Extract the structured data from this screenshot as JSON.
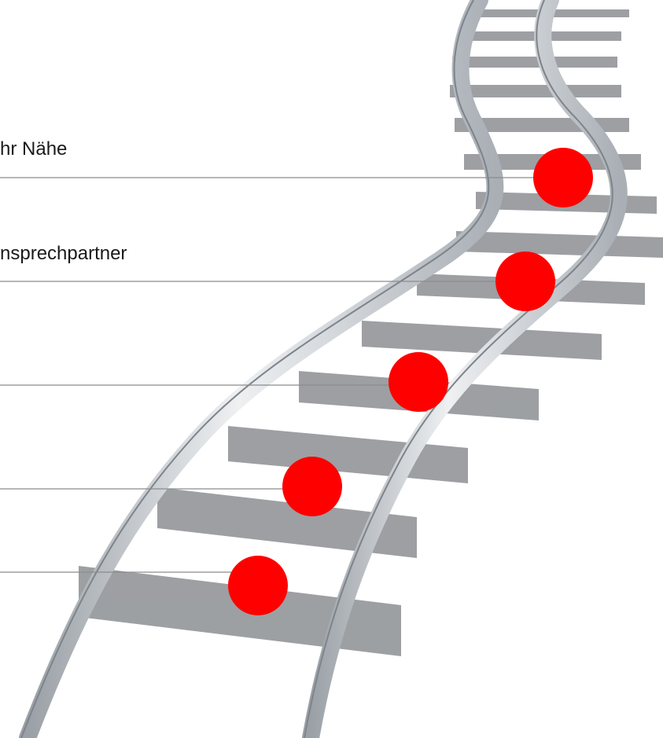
{
  "labels": [
    "hr Nähe",
    "nsprechpartner"
  ],
  "colors": {
    "marker": "#ff0000",
    "connector": "#8c8c8c",
    "rail": "#c4c8cc",
    "sleeper": "#8a8d91",
    "background": "#ffffff"
  },
  "markers": 5
}
